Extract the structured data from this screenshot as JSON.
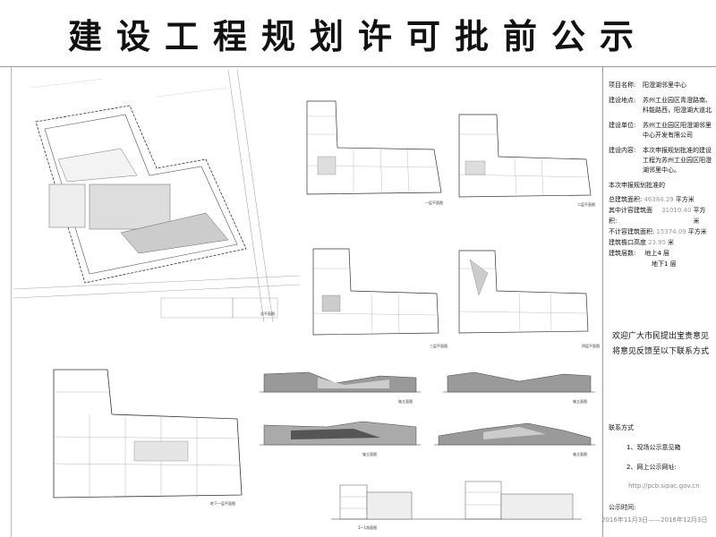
{
  "title": "建设工程规划许可批前公示",
  "project": {
    "name_label": "项目名称:",
    "name_value": "阳澄湖邻里中心",
    "location_label": "建设地点:",
    "location_value": "苏州工业园区青澄路南、科能路西，阳澄湖大道北",
    "unit_label": "建设单位:",
    "unit_value": "苏州工业园区阳澄湖邻里中心开发有限公司",
    "content_label": "建设内容:",
    "content_value": "本次申报规划批准的建设工程为苏州工业园区阳澄湖邻里中心。",
    "approval_title": "本次申报规划批准的",
    "total_label": "总建筑面积:",
    "total_value": "46384.29",
    "total_unit": "平方米",
    "counted_label": "其中计容建筑面积:",
    "counted_value": "31010.40",
    "counted_unit": "平方米",
    "uncounted_label": "不计容建筑面积:",
    "uncounted_value": "15374.09",
    "uncounted_unit": "平方米",
    "height_label": "建筑檐口高度",
    "height_value": "23.95",
    "height_unit": "米",
    "floors_label": "建筑层数:",
    "floors_above": "地上4 层",
    "floors_below": "地下1 层"
  },
  "slogan": {
    "line1": "欢迎广大市民提出宝贵意见",
    "line2": "将意见反馈至以下联系方式"
  },
  "contact": {
    "title": "联系方式",
    "item1": "1、现场公示意见箱",
    "item2": "2、网上公示网址:",
    "url": "http://pcb.sipac.gov.cn"
  },
  "publish": {
    "label": "公示时间:",
    "date": "2016年11月3日——2016年12月3日"
  },
  "captions": {
    "site_plan": "总平面图",
    "floor1": "一层平面图",
    "floor2": "二层平面图",
    "floor3": "三层平面图",
    "floor4": "四层平面图",
    "basement": "地下一层平面图",
    "elev1": "轴立面图",
    "elev2": "轴立面图",
    "elev3": "轴立面图",
    "elev4": "轴立面图",
    "section": "1—1剖面图"
  }
}
